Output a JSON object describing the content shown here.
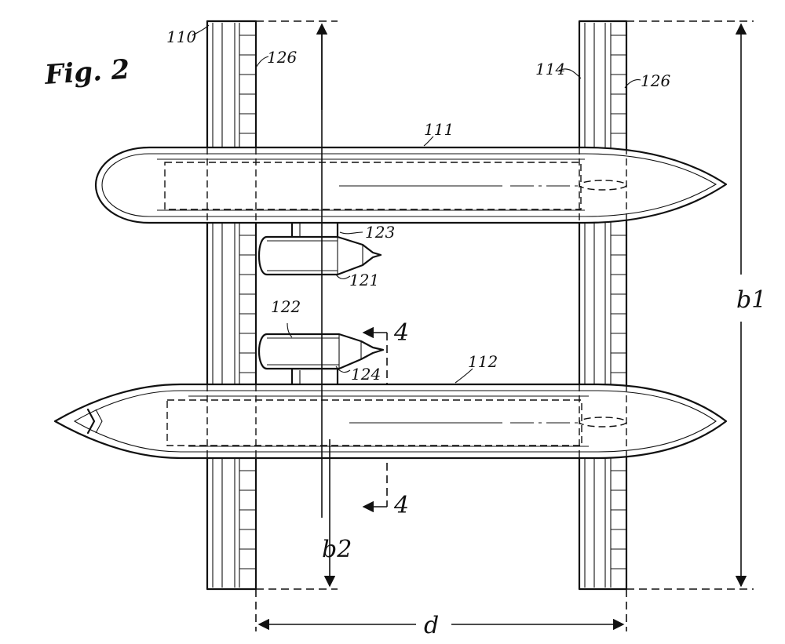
{
  "figure": {
    "title": "Fig. 2"
  },
  "reference_numerals": {
    "forward_wing": "110",
    "rear_wing": "114",
    "upper_body": "111",
    "lower_body": "112",
    "upper_engine": "121",
    "lower_engine": "122",
    "upper_pylon": "123",
    "lower_pylon": "124",
    "forward_wing_flap": "126",
    "rear_wing_flap": "126"
  },
  "section_marks": {
    "top": "4",
    "bottom": "4"
  },
  "dimensions": {
    "span_rear": "b1",
    "span_forward": "b2",
    "separation": "d"
  }
}
